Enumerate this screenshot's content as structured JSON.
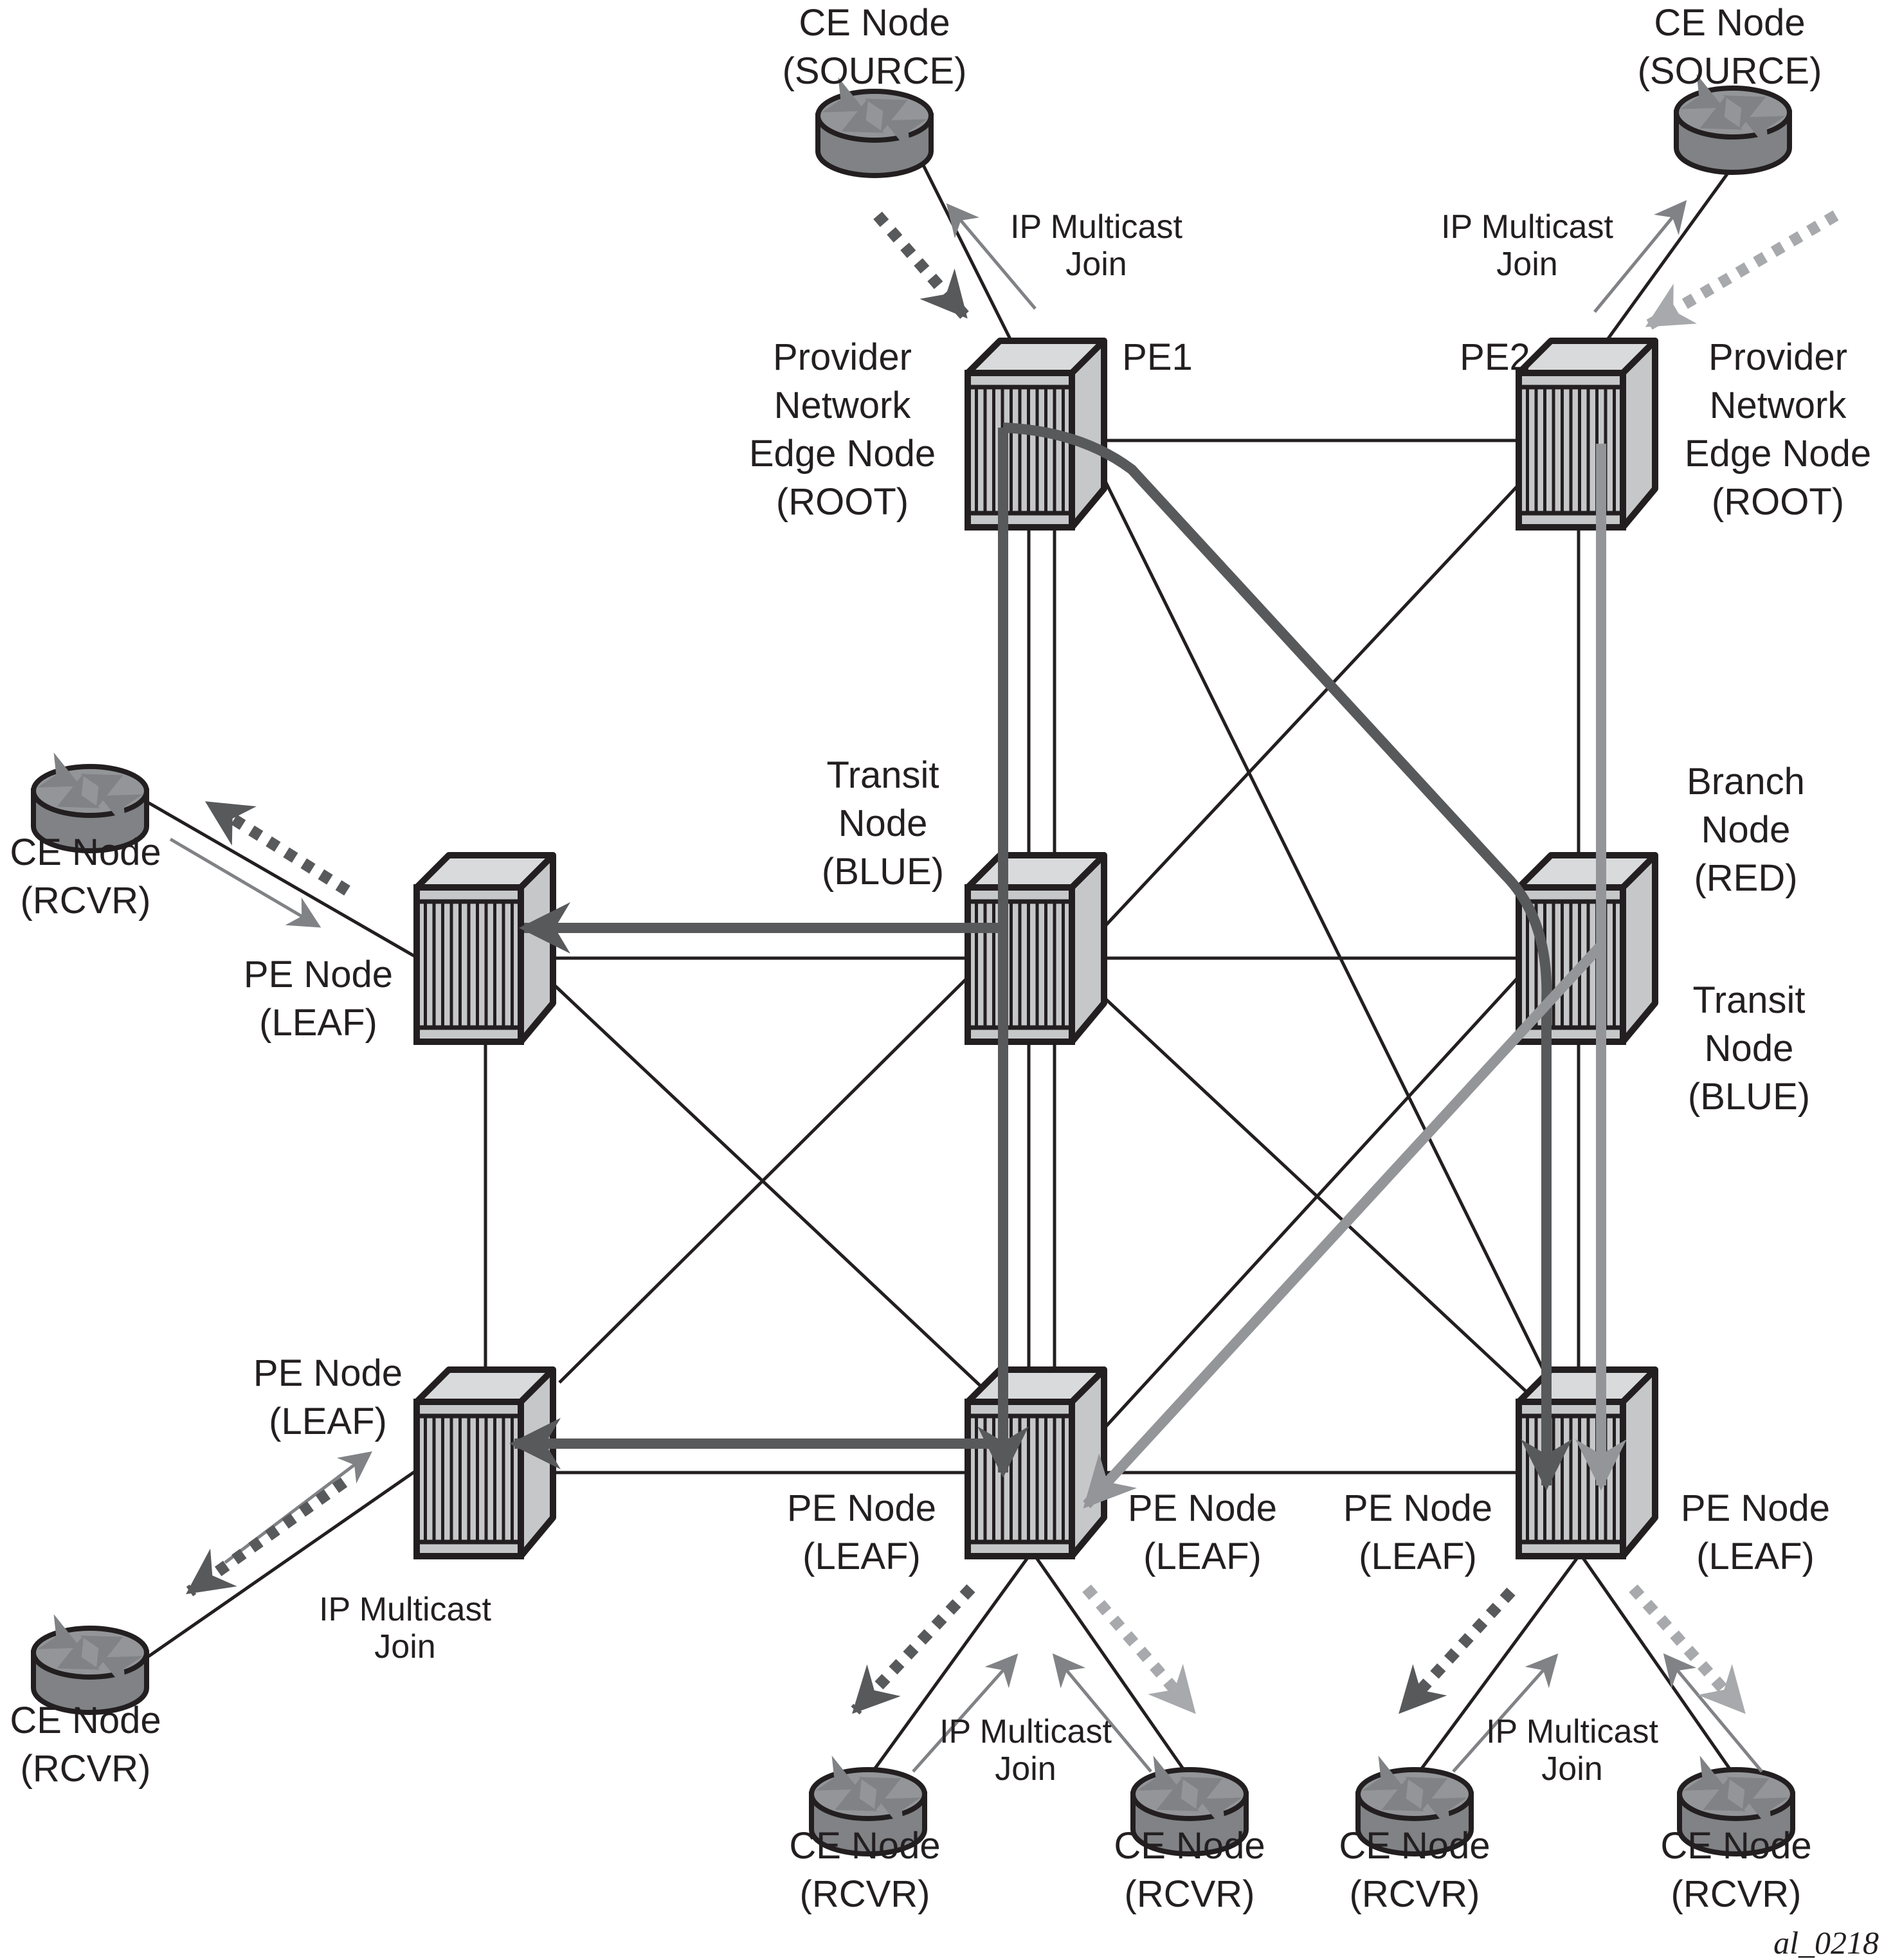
{
  "figure_id": "al_0218",
  "colors": {
    "link": "#231f20",
    "path_dark": "#58595b",
    "path_light": "#939598",
    "join_arrow": "#808285",
    "dotted_dark": "#58595b",
    "dotted_light": "#a7a9ac",
    "box_face": "#c6c7c9",
    "box_top": "#d9dadb",
    "router_top": "#939598",
    "router_side": "#808285"
  },
  "nodes": {
    "pe1": {
      "tag": "PE1",
      "lines": [
        "Provider",
        "Network",
        "Edge Node",
        "(ROOT)"
      ]
    },
    "pe2": {
      "tag": "PE2",
      "lines": [
        "Provider",
        "Network",
        "Edge Node",
        "(ROOT)"
      ]
    },
    "transit_blue": {
      "lines": [
        "Transit",
        "Node",
        "(BLUE)"
      ]
    },
    "branch_red": {
      "lines": [
        "Branch",
        "Node",
        "(RED)"
      ]
    },
    "transit_blue_right": {
      "lines": [
        "Transit",
        "Node",
        "(BLUE)"
      ]
    },
    "leaf_mid_left": {
      "lines": [
        "PE Node",
        "(LEAF)"
      ]
    },
    "leaf_bottom_left": {
      "lines": [
        "PE Node",
        "(LEAF)"
      ]
    },
    "leaf_bottom_mid_left_label": {
      "lines": [
        "PE Node",
        "(LEAF)"
      ]
    },
    "leaf_bottom_mid_right_label": {
      "lines": [
        "PE Node",
        "(LEAF)"
      ]
    },
    "leaf_bottom_right_left_label": {
      "lines": [
        "PE Node",
        "(LEAF)"
      ]
    },
    "leaf_bottom_right_right_label": {
      "lines": [
        "PE Node",
        "(LEAF)"
      ]
    }
  },
  "ce_nodes": {
    "source_left": [
      "CE Node",
      "(SOURCE)"
    ],
    "source_right": [
      "CE Node",
      "(SOURCE)"
    ],
    "rcvr_mid_left": [
      "CE Node",
      "(RCVR)"
    ],
    "rcvr_bottom_left": [
      "CE Node",
      "(RCVR)"
    ],
    "rcvr_bm_1": [
      "CE Node",
      "(RCVR)"
    ],
    "rcvr_bm_2": [
      "CE Node",
      "(RCVR)"
    ],
    "rcvr_br_1": [
      "CE Node",
      "(RCVR)"
    ],
    "rcvr_br_2": [
      "CE Node",
      "(RCVR)"
    ]
  },
  "join_label": [
    "IP Multicast",
    "Join"
  ]
}
